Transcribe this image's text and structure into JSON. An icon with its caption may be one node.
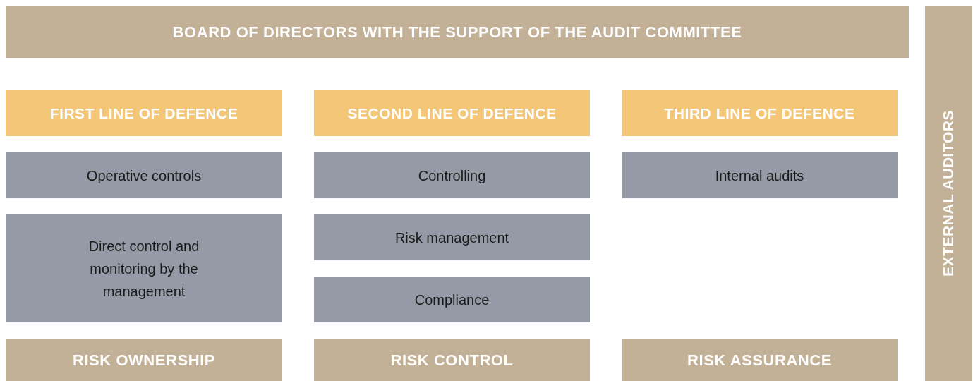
{
  "diagram": {
    "nodes": [
      {
        "text": [
          "BOARD OF DIRECTORS WITH THE SUPPORT OF THE AUDIT COMMITTEE"
        ]
      },
      {
        "text": [
          "EXTERNAL AUDITORS"
        ]
      },
      {
        "text": [
          "FIRST LINE OF DEFENCE"
        ]
      },
      {
        "text": [
          "SECOND LINE OF DEFENCE"
        ]
      },
      {
        "text": [
          "THIRD LINE OF DEFENCE"
        ]
      },
      {
        "text": [
          "Operative controls"
        ]
      },
      {
        "text": [
          "Controlling"
        ]
      },
      {
        "text": [
          "Internal audits"
        ]
      },
      {
        "text": [
          "Direct control and monitoring by the management"
        ]
      },
      {
        "text": [
          "Risk management"
        ]
      },
      {
        "text": [
          "Compliance"
        ]
      },
      {
        "text": [
          "RISK OWNERSHIP"
        ]
      },
      {
        "text": [
          "RISK CONTROL"
        ]
      },
      {
        "text": [
          "RISK ASSURANCE"
        ]
      }
    ]
  }
}
